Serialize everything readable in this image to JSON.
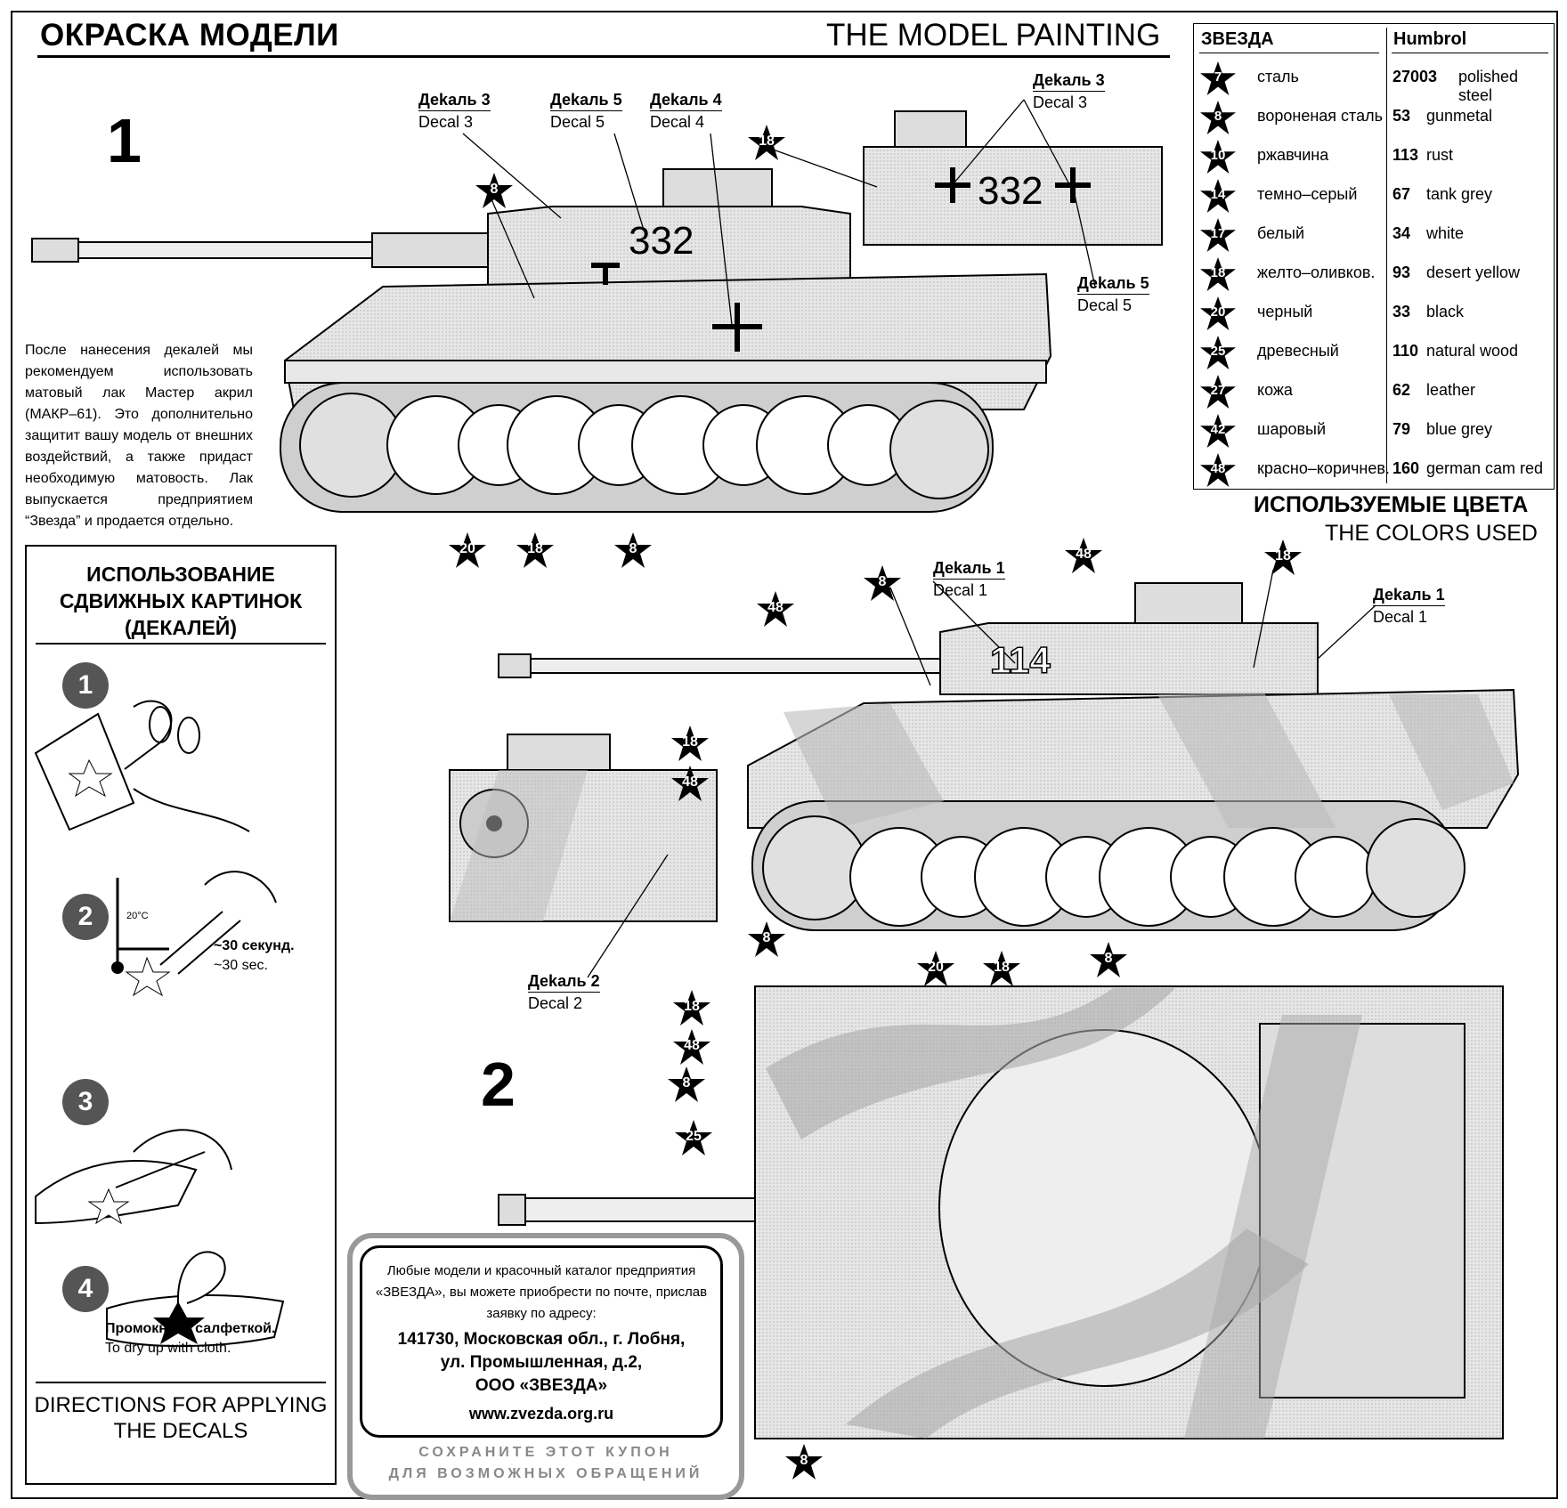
{
  "header": {
    "title_ru": "ОКРАСКА МОДЕЛИ",
    "title_en": "THE MODEL PAINTING"
  },
  "scheme1": {
    "number": "1",
    "hull_number": "332",
    "decal_labels": [
      {
        "ru": "Деkаль 3",
        "en": "Decal 3"
      },
      {
        "ru": "Деkаль 5",
        "en": "Decal 5"
      },
      {
        "ru": "Деkаль 4",
        "en": "Decal 4"
      },
      {
        "ru": "Деkаль 3",
        "en": "Decal 3"
      },
      {
        "ru": "Деkаль 5",
        "en": "Decal 5"
      }
    ],
    "color_callouts": [
      "8",
      "18",
      "20",
      "18",
      "8"
    ]
  },
  "scheme2": {
    "number": "2",
    "hull_number": "114",
    "decal_labels": [
      {
        "ru": "Деkаль 1",
        "en": "Decal 1"
      },
      {
        "ru": "Деkаль 1",
        "en": "Decal 1"
      },
      {
        "ru": "Деkаль 2",
        "en": "Decal 2"
      }
    ],
    "color_callouts": [
      "48",
      "8",
      "48",
      "18",
      "18",
      "48",
      "8",
      "20",
      "18",
      "8",
      "18",
      "48",
      "8",
      "25",
      "8"
    ]
  },
  "lacquer_note": "После нанесения декалей мы рекомендуем использовать матовый лак Мастер акрил (МАКР–61). Это дополнительно защитит вашу модель от внешних воздействий, а также придаст необходимую матовость. Лак выпускается предприятием “Звезда” и продается отдельно.",
  "colors_table": {
    "header_zvezda": "ЗВЕЗДА",
    "header_humbrol": "Humbrol",
    "rows": [
      {
        "code": "7",
        "name": "сталь",
        "humbrol": "27003",
        "humbrol_name": "polished steel"
      },
      {
        "code": "8",
        "name": "вороненая сталь",
        "humbrol": "53",
        "humbrol_name": "gunmetal"
      },
      {
        "code": "10",
        "name": "ржавчина",
        "humbrol": "113",
        "humbrol_name": "rust"
      },
      {
        "code": "14",
        "name": "темно–серый",
        "humbrol": "67",
        "humbrol_name": "tank grey"
      },
      {
        "code": "17",
        "name": "белый",
        "humbrol": "34",
        "humbrol_name": "white"
      },
      {
        "code": "18",
        "name": "желто–оливков.",
        "humbrol": "93",
        "humbrol_name": "desert yellow"
      },
      {
        "code": "20",
        "name": "черный",
        "humbrol": "33",
        "humbrol_name": "black"
      },
      {
        "code": "25",
        "name": "древесный",
        "humbrol": "110",
        "humbrol_name": "natural wood"
      },
      {
        "code": "27",
        "name": "кожа",
        "humbrol": "62",
        "humbrol_name": "leather"
      },
      {
        "code": "42",
        "name": "шаровый",
        "humbrol": "79",
        "humbrol_name": "blue grey"
      },
      {
        "code": "48",
        "name": "красно–коричнев.",
        "humbrol": "160",
        "humbrol_name": "german cam red"
      }
    ],
    "caption_ru": "ИСПОЛЬЗУЕМЫЕ ЦВЕТА",
    "caption_en": "THE COLORS USED"
  },
  "decal_directions": {
    "heading_ru": "ИСПОЛЬЗОВАНИЕ СДВИЖНЫХ КАРТИНОК (ДЕКАЛЕЙ)",
    "steps": [
      "1",
      "2",
      "3",
      "4"
    ],
    "temp_label": "20°C",
    "step2_ru": "~30 секунд.",
    "step2_en": "~30 sec.",
    "step4_ru": "Промокнуть салфеткой.",
    "step4_en": "To dry up with cloth.",
    "footer_en": "DIRECTIONS FOR APPLYING THE DECALS"
  },
  "coupon": {
    "intro": "Любые модели и красочный каталог предприятия «ЗВЕЗДА», вы можете приобрести по почте, прислав заявку по адресу:",
    "address_line1": "141730, Московская обл., г. Лобня,",
    "address_line2": "ул. Промышленная, д.2,",
    "address_line3": "ООО «ЗВЕЗДА»",
    "website": "www.zvezda.org.ru",
    "keep_line1": "СОХРАНИТЕ ЭТОТ КУПОН",
    "keep_line2": "ДЛЯ ВОЗМОЖНЫХ ОБРАЩЕНИЙ"
  }
}
